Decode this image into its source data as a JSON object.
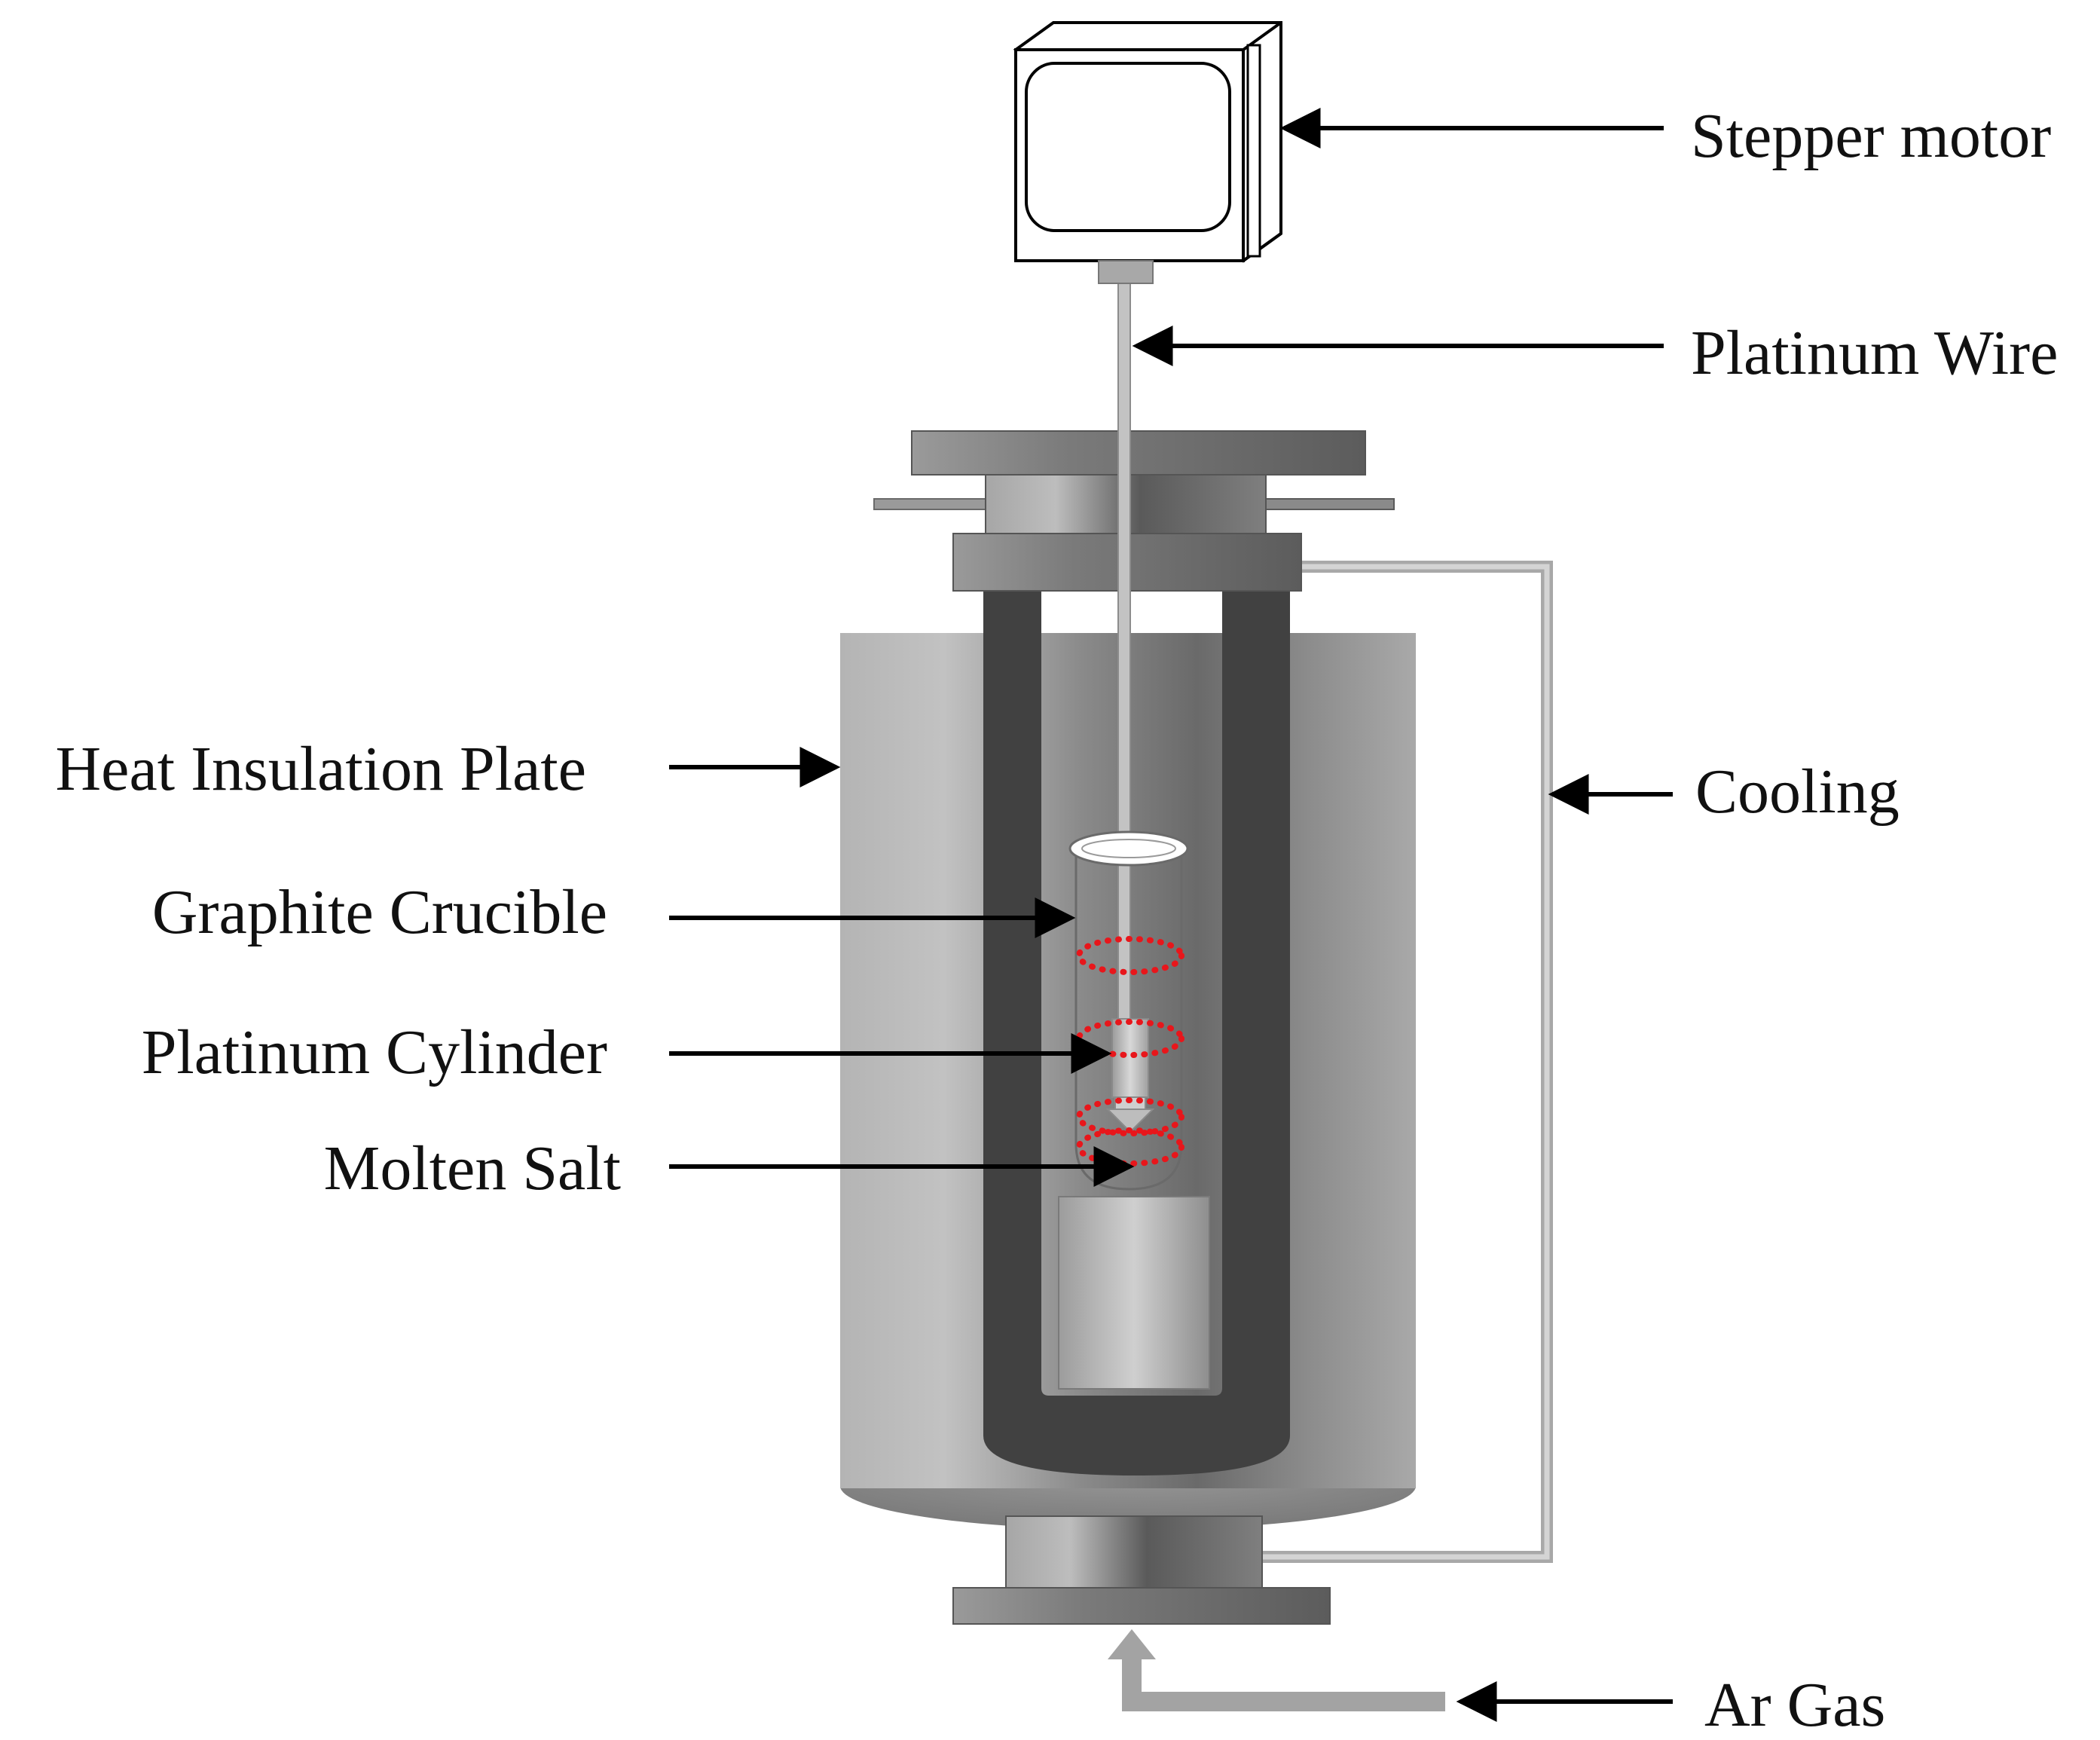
{
  "labels": {
    "stepper_motor": "Stepper motor",
    "platinum_wire": "Platinum Wire",
    "heat_insulation_plate": "Heat Insulation Plate",
    "cooling": "Cooling",
    "graphite_crucible": "Graphite Crucible",
    "platinum_cylinder": "Platinum Cylinder",
    "molten_salt": "Molten Salt",
    "ar_gas": "Ar Gas"
  },
  "colors": {
    "heating_coil": "#e8161b",
    "heater": "#414141",
    "label_text": "#111111"
  }
}
